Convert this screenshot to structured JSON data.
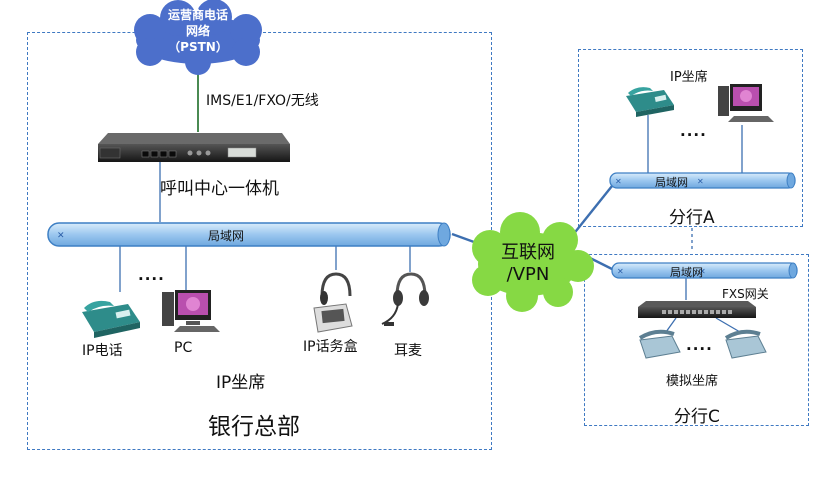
{
  "pstn": {
    "line1": "运营商电话",
    "line2": "网络",
    "line3": "（PSTN）"
  },
  "trunk_label": "IMS/E1/FXO/无线",
  "hq": {
    "device_label": "呼叫中心一体机",
    "lan_label": "局域网",
    "ellipsis": "....",
    "endpoints": {
      "ip_phone": "IP电话",
      "pc": "PC",
      "ip_box": "IP话务盒",
      "headset": "耳麦"
    },
    "seats_label": "IP坐席",
    "title": "银行总部"
  },
  "internet": {
    "line1": "互联网",
    "line2": "/VPN"
  },
  "branch_a": {
    "seats_label": "IP坐席",
    "ellipsis": "....",
    "lan_label": "局域网",
    "title": "分行A"
  },
  "branch_c": {
    "lan_label": "局域网",
    "gateway_label": "FXS网关",
    "ellipsis": "....",
    "seats_label": "模拟坐席",
    "title": "分行C"
  },
  "colors": {
    "cloud": "#4c6fcb",
    "internet_cloud": "#86d944",
    "lan": "#9cc7ef",
    "lan_edge": "#3d7fc4",
    "dash": "#3f79c2",
    "phone": "#2e8c8a"
  }
}
